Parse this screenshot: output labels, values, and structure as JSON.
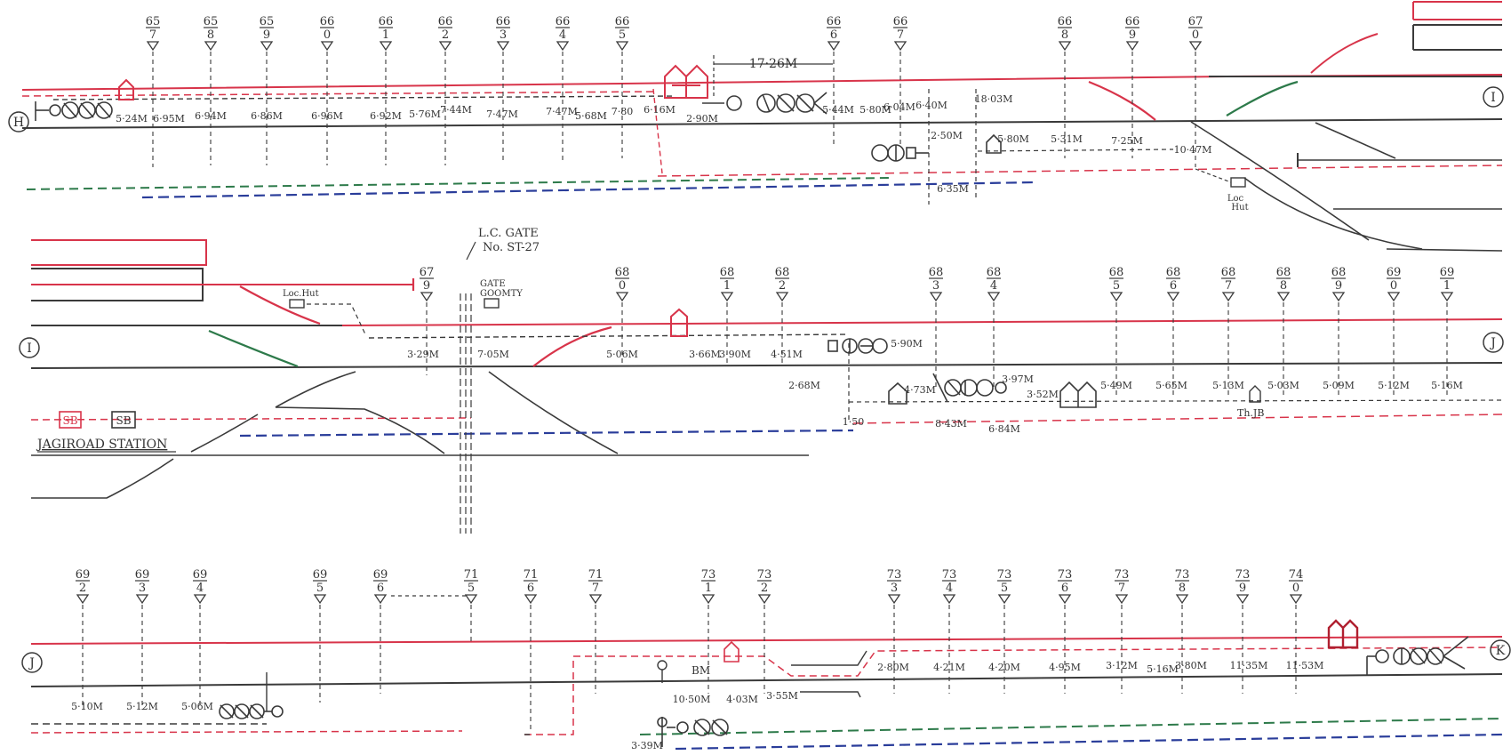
{
  "colors": {
    "ink": "#3a3a3a",
    "red": "#d8344a",
    "green": "#2d7a4a",
    "blue": "#2a3d9a",
    "paper": "#ffffff"
  },
  "row1": {
    "start_marker": "H",
    "end_marker": "I",
    "km_posts": [
      {
        "km": "65",
        "sub": "7"
      },
      {
        "km": "65",
        "sub": "8"
      },
      {
        "km": "65",
        "sub": "9"
      },
      {
        "km": "66",
        "sub": "0"
      },
      {
        "km": "66",
        "sub": "1"
      },
      {
        "km": "66",
        "sub": "2"
      },
      {
        "km": "66",
        "sub": "3"
      },
      {
        "km": "66",
        "sub": "4"
      },
      {
        "km": "66",
        "sub": "5"
      },
      {
        "km": "66",
        "sub": "6"
      },
      {
        "km": "66",
        "sub": "7"
      },
      {
        "km": "66",
        "sub": "8"
      },
      {
        "km": "66",
        "sub": "9"
      },
      {
        "km": "67",
        "sub": "0"
      }
    ],
    "span_label": "17·26M",
    "measurements": [
      "5·24M",
      "6·95M",
      "6·94M",
      "6·86M",
      "6·96M",
      "6·92M",
      "5·76M",
      "7·44M",
      "7·47M",
      "7·47M",
      "5·68M",
      "7·80",
      "6·16M",
      "2·90M",
      "5·44M",
      "5·80M",
      "6·04M",
      "6·40M",
      "18·03M",
      "2·50M",
      "5·80M",
      "5·31M",
      "7·25M",
      "10·47M",
      "6·35M"
    ],
    "loc_hut": [
      "Loc",
      "Hut"
    ]
  },
  "row2": {
    "start_marker": "I",
    "end_marker": "J",
    "gate_title": [
      "L.C. GATE",
      "No. ST-27"
    ],
    "gate_goomty": [
      "GATE",
      "GOOMTY"
    ],
    "loc_hut": "Loc.Hut",
    "km_posts": [
      {
        "km": "67",
        "sub": "9"
      },
      {
        "km": "68",
        "sub": "0"
      },
      {
        "km": "68",
        "sub": "1"
      },
      {
        "km": "68",
        "sub": "2"
      },
      {
        "km": "68",
        "sub": "3"
      },
      {
        "km": "68",
        "sub": "4"
      },
      {
        "km": "68",
        "sub": "5"
      },
      {
        "km": "68",
        "sub": "6"
      },
      {
        "km": "68",
        "sub": "7"
      },
      {
        "km": "68",
        "sub": "8"
      },
      {
        "km": "68",
        "sub": "9"
      },
      {
        "km": "69",
        "sub": "0"
      },
      {
        "km": "69",
        "sub": "1"
      }
    ],
    "measurements": [
      "3·29M",
      "7·05M",
      "5·06M",
      "3·66M",
      "3·90M",
      "4·51M",
      "5·90M",
      "2·68M",
      "4·73M",
      "3·97M",
      "3·52M",
      "5·49M",
      "5·65M",
      "5·13M",
      "5·03M",
      "5·09M",
      "5·12M",
      "5·16M",
      "1·50",
      "8·43M",
      "6·84M"
    ],
    "sb_red": "SB",
    "sb_black": "SB",
    "station": "JAGIROAD STATION",
    "th_jb": "Th.JB"
  },
  "row3": {
    "start_marker": "J",
    "end_marker": "K",
    "km_posts": [
      {
        "km": "69",
        "sub": "2"
      },
      {
        "km": "69",
        "sub": "3"
      },
      {
        "km": "69",
        "sub": "4"
      },
      {
        "km": "69",
        "sub": "5"
      },
      {
        "km": "69",
        "sub": "6"
      },
      {
        "km": "71",
        "sub": "5"
      },
      {
        "km": "71",
        "sub": "6"
      },
      {
        "km": "71",
        "sub": "7"
      },
      {
        "km": "73",
        "sub": "1"
      },
      {
        "km": "73",
        "sub": "2"
      },
      {
        "km": "73",
        "sub": "3"
      },
      {
        "km": "73",
        "sub": "4"
      },
      {
        "km": "73",
        "sub": "5"
      },
      {
        "km": "73",
        "sub": "6"
      },
      {
        "km": "73",
        "sub": "7"
      },
      {
        "km": "73",
        "sub": "8"
      },
      {
        "km": "73",
        "sub": "9"
      },
      {
        "km": "74",
        "sub": "0"
      }
    ],
    "measurements": [
      "5·10M",
      "5·12M",
      "5·06M",
      "10·50M",
      "4·03M",
      "3·55M",
      "2·80M",
      "4·21M",
      "4·20M",
      "4·95M",
      "3·12M",
      "5·16M",
      "3·80M",
      "11·35M",
      "11·53M",
      "3·39M"
    ],
    "bm": "BM"
  }
}
